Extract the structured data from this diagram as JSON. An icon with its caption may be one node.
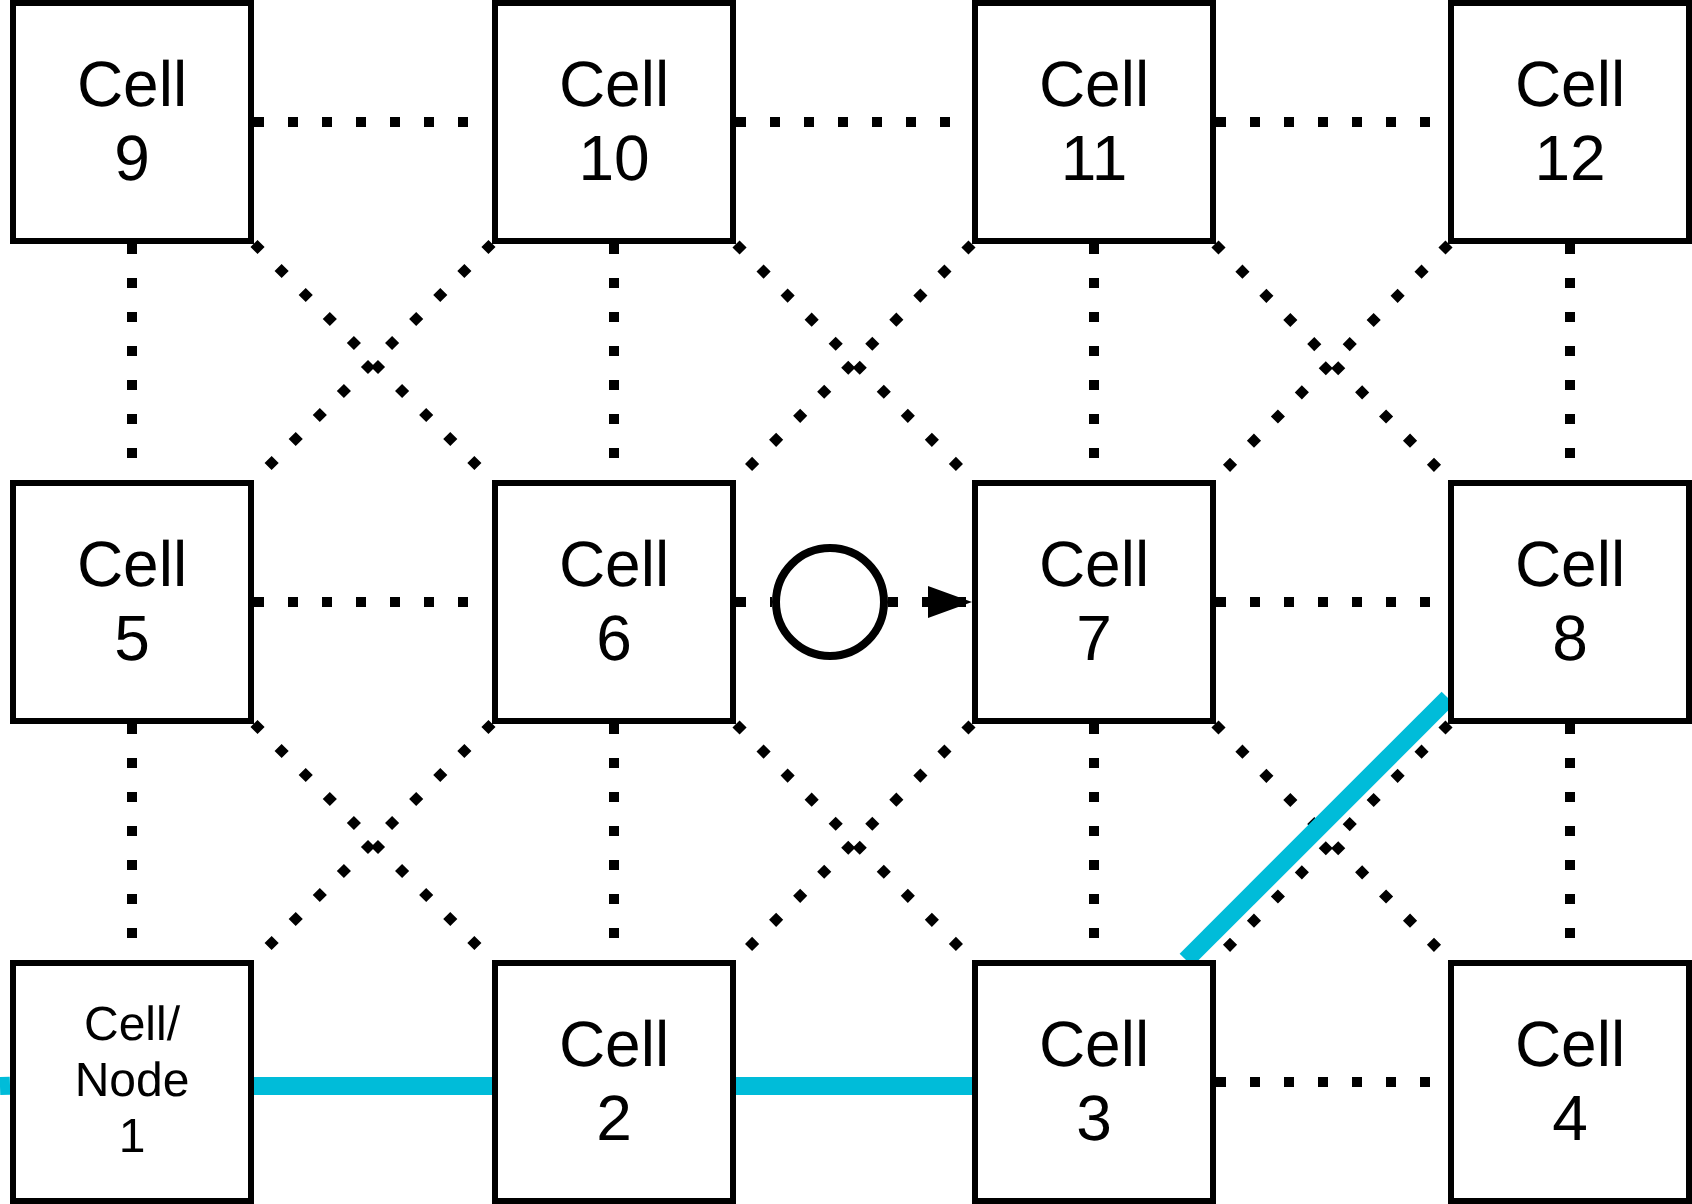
{
  "diagram": {
    "nodes": [
      {
        "text": [
          "Cell 9"
        ]
      },
      {
        "text": [
          "Cell 10"
        ]
      },
      {
        "text": [
          "Cell 11"
        ]
      },
      {
        "text": [
          "Cell 12"
        ]
      },
      {
        "text": [
          "Cell 5"
        ]
      },
      {
        "text": [
          "Cell 6"
        ]
      },
      {
        "text": [],
        "shape": "circle"
      },
      {
        "text": [
          "Cell 7"
        ]
      },
      {
        "text": [
          "Cell 8"
        ]
      },
      {
        "text": [
          "Cell/ Node 1"
        ]
      },
      {
        "text": [
          "Cell 2"
        ]
      },
      {
        "text": [
          "Cell 3"
        ]
      },
      {
        "text": [
          "Cell 4"
        ]
      }
    ],
    "edges": [
      {
        "from": 0,
        "to": 1,
        "arrow": "none",
        "style": "dashed"
      },
      {
        "from": 1,
        "to": 2,
        "arrow": "none",
        "style": "dashed"
      },
      {
        "from": 2,
        "to": 3,
        "arrow": "none",
        "style": "dashed"
      },
      {
        "from": 0,
        "to": 4,
        "arrow": "none",
        "style": "dashed"
      },
      {
        "from": 1,
        "to": 5,
        "arrow": "none",
        "style": "dashed"
      },
      {
        "from": 2,
        "to": 7,
        "arrow": "none",
        "style": "dashed"
      },
      {
        "from": 3,
        "to": 8,
        "arrow": "none",
        "style": "dashed"
      },
      {
        "from": 0,
        "to": 5,
        "arrow": "none",
        "style": "dashed"
      },
      {
        "from": 1,
        "to": 4,
        "arrow": "none",
        "style": "dashed"
      },
      {
        "from": 1,
        "to": 7,
        "arrow": "none",
        "style": "dashed"
      },
      {
        "from": 2,
        "to": 5,
        "arrow": "none",
        "style": "dashed"
      },
      {
        "from": 2,
        "to": 8,
        "arrow": "none",
        "style": "dashed"
      },
      {
        "from": 3,
        "to": 7,
        "arrow": "none",
        "style": "dashed"
      },
      {
        "from": 4,
        "to": 5,
        "arrow": "none",
        "style": "dashed"
      },
      {
        "from": 5,
        "to": 6,
        "arrow": "none",
        "style": "dashed"
      },
      {
        "from": 6,
        "to": 7,
        "arrow": "to",
        "style": "dashed"
      },
      {
        "from": 7,
        "to": 8,
        "arrow": "none",
        "style": "dashed"
      },
      {
        "from": 4,
        "to": 9,
        "arrow": "none",
        "style": "dashed"
      },
      {
        "from": 5,
        "to": 10,
        "arrow": "none",
        "style": "dashed"
      },
      {
        "from": 7,
        "to": 11,
        "arrow": "none",
        "style": "dashed"
      },
      {
        "from": 8,
        "to": 12,
        "arrow": "none",
        "style": "dashed"
      },
      {
        "from": 4,
        "to": 10,
        "arrow": "none",
        "style": "dashed"
      },
      {
        "from": 5,
        "to": 9,
        "arrow": "none",
        "style": "dashed"
      },
      {
        "from": 5,
        "to": 11,
        "arrow": "none",
        "style": "dashed"
      },
      {
        "from": 7,
        "to": 10,
        "arrow": "none",
        "style": "dashed"
      },
      {
        "from": 7,
        "to": 12,
        "arrow": "none",
        "style": "dashed"
      },
      {
        "from": 8,
        "to": 11,
        "arrow": "none",
        "style": "dashed"
      },
      {
        "from": 11,
        "to": 12,
        "arrow": "none",
        "style": "dashed"
      },
      {
        "from": null,
        "to": 9,
        "arrow": "none",
        "style": "thick",
        "color": "#00bcd9"
      },
      {
        "from": 9,
        "to": 10,
        "arrow": "none",
        "style": "thick",
        "color": "#00bcd9"
      },
      {
        "from": 10,
        "to": 11,
        "arrow": "none",
        "style": "thick",
        "color": "#00bcd9"
      },
      {
        "from": 11,
        "to": 8,
        "arrow": "none",
        "style": "thick",
        "color": "#00bcd9"
      }
    ]
  }
}
